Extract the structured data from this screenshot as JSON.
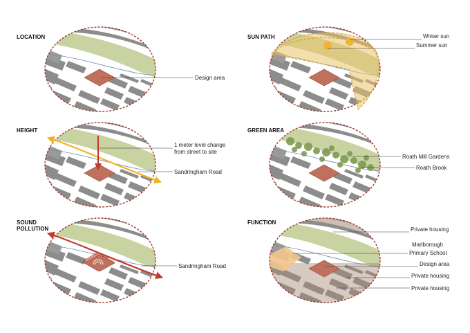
{
  "panels": {
    "location": {
      "title": "LOCATION",
      "labels": [
        "Design area"
      ]
    },
    "sun_path": {
      "title": "SUN PATH",
      "labels": [
        "Winter sun",
        "Summer sun"
      ]
    },
    "height": {
      "title": "HEIGHT",
      "labels": [
        "1 meter level change",
        "from street to site",
        "Sandringham Road"
      ]
    },
    "green_area": {
      "title": "GREEN AREA",
      "labels": [
        "Roath Mill Gardens",
        "Roath Brook"
      ]
    },
    "sound_pollution": {
      "title_lines": [
        "SOUND",
        "POLLUTION"
      ],
      "labels": [
        "Sandringham Road"
      ]
    },
    "function": {
      "title": "FUNCTION",
      "labels": [
        "Private housing",
        "Marlborough",
        "Primary School",
        "Design area",
        "Private housing",
        "Private housing"
      ]
    }
  },
  "colors": {
    "outline": "#9b3a2e",
    "building": "#8c8c8c",
    "street": "#ffffff",
    "park": "#c8d3a1",
    "site": "#c0715e",
    "sun": "#f2b233",
    "sun_wedge": "#e9c36b",
    "road_arrow_yellow": "#f0b323",
    "arrow_red": "#c0392b",
    "brook": "#6b8fb5",
    "tree": "#7f9a55",
    "housing_tint": "#a68a76",
    "school": "#f2c48d"
  }
}
